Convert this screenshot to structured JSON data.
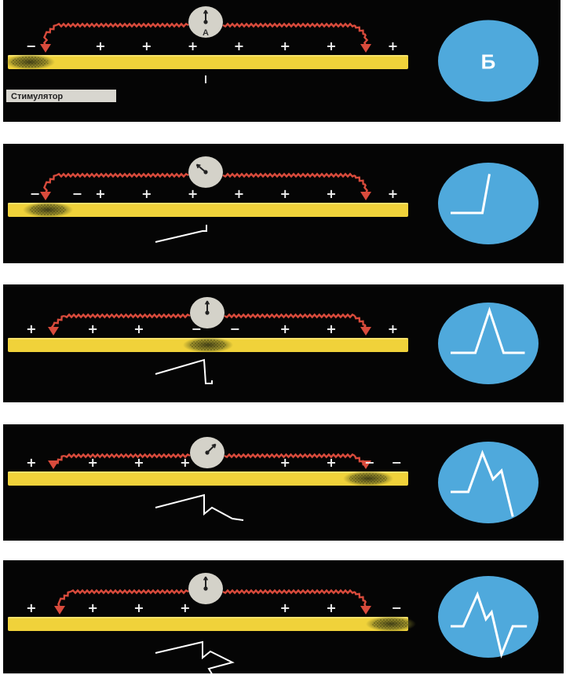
{
  "colors": {
    "background": "#ffffff",
    "panel": "#050505",
    "nerve_fiber": "#f0d23a",
    "lead_wire": "#d94b3c",
    "oscilloscope": "#4fa9dc",
    "meter_face": "#d4d2c9",
    "trace": "#ffffff",
    "charge_mark": "#f2f2f2",
    "depolarized_zone": "#5a5a1e"
  },
  "panels": [
    {
      "id": "panel-1",
      "meter_label": "А",
      "needle_angle": 0,
      "screen_label": "Б",
      "stimulator_label": "Стимулятор",
      "depolarized_position": 0.0,
      "charges": [
        {
          "s": "−",
          "p": 0.02
        },
        {
          "s": "+",
          "p": 0.2
        },
        {
          "s": "+",
          "p": 0.32
        },
        {
          "s": "+",
          "p": 0.44
        },
        {
          "s": "+",
          "p": 0.56
        },
        {
          "s": "+",
          "p": 0.68
        },
        {
          "s": "+",
          "p": 0.8
        },
        {
          "s": "+",
          "p": 0.96
        }
      ],
      "screen_trace": "none",
      "below_trace": "none"
    },
    {
      "id": "panel-2",
      "needle_angle": -50,
      "depolarized_position": 0.1,
      "charges": [
        {
          "s": "−",
          "p": 0.03
        },
        {
          "s": "−",
          "p": 0.14
        },
        {
          "s": "+",
          "p": 0.2
        },
        {
          "s": "+",
          "p": 0.32
        },
        {
          "s": "+",
          "p": 0.44
        },
        {
          "s": "+",
          "p": 0.56
        },
        {
          "s": "+",
          "p": 0.68
        },
        {
          "s": "+",
          "p": 0.8
        },
        {
          "s": "+",
          "p": 0.96
        }
      ],
      "screen_trace": "rise",
      "below_trace": "rise"
    },
    {
      "id": "panel-3",
      "needle_angle": 0,
      "depolarized_position": 0.5,
      "charges": [
        {
          "s": "+",
          "p": 0.02
        },
        {
          "s": "+",
          "p": 0.18
        },
        {
          "s": "+",
          "p": 0.3
        },
        {
          "s": "−",
          "p": 0.45
        },
        {
          "s": "−",
          "p": 0.55
        },
        {
          "s": "+",
          "p": 0.68
        },
        {
          "s": "+",
          "p": 0.8
        },
        {
          "s": "+",
          "p": 0.96
        }
      ],
      "screen_trace": "peak",
      "below_trace": "peak"
    },
    {
      "id": "panel-4",
      "needle_angle": 45,
      "depolarized_position": 0.9,
      "charges": [
        {
          "s": "+",
          "p": 0.02
        },
        {
          "s": "+",
          "p": 0.18
        },
        {
          "s": "+",
          "p": 0.3
        },
        {
          "s": "+",
          "p": 0.42
        },
        {
          "s": "+",
          "p": 0.68
        },
        {
          "s": "+",
          "p": 0.8
        },
        {
          "s": "−",
          "p": 0.9
        },
        {
          "s": "−",
          "p": 0.97
        }
      ],
      "screen_trace": "peak-fall",
      "below_trace": "peak-fall"
    },
    {
      "id": "panel-5",
      "needle_angle": 0,
      "depolarized_position": 0.98,
      "charges": [
        {
          "s": "+",
          "p": 0.02
        },
        {
          "s": "+",
          "p": 0.18
        },
        {
          "s": "+",
          "p": 0.3
        },
        {
          "s": "+",
          "p": 0.42
        },
        {
          "s": "+",
          "p": 0.68
        },
        {
          "s": "+",
          "p": 0.8
        },
        {
          "s": "−",
          "p": 0.97
        }
      ],
      "screen_trace": "biphasic",
      "below_trace": "biphasic"
    }
  ]
}
